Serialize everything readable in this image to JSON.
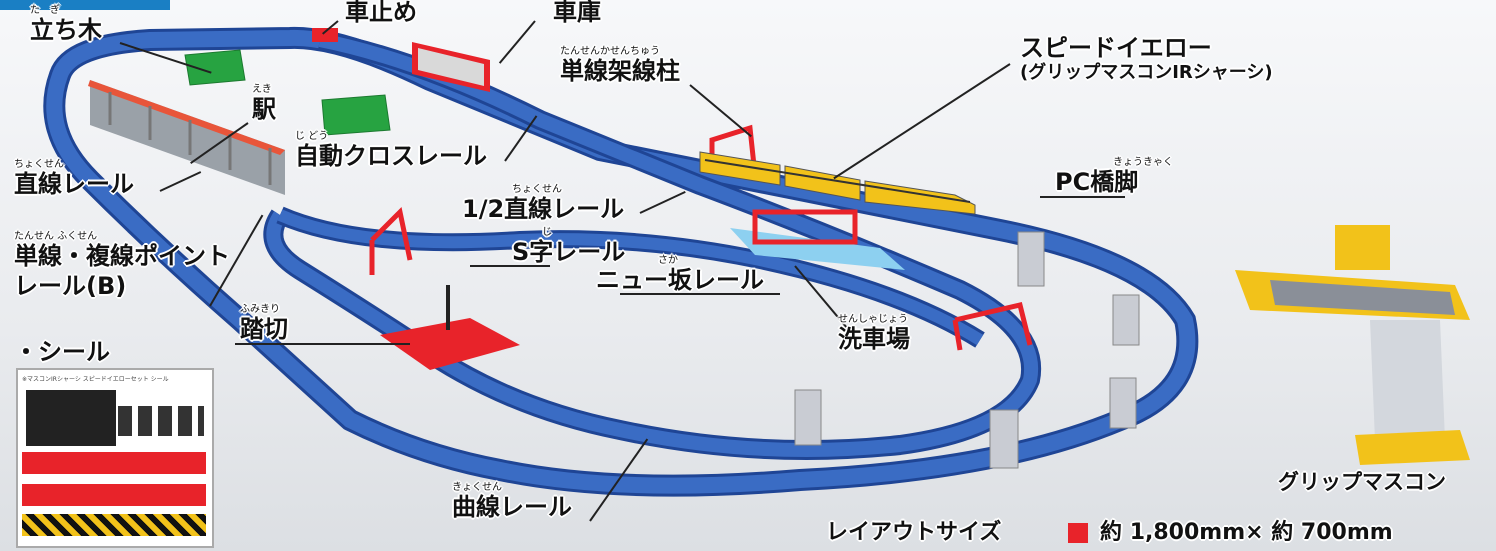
{
  "labels": {
    "tachigi": {
      "ruby": "た　ぎ",
      "text": "立ち木"
    },
    "kurumadome": {
      "text": "車止め"
    },
    "shako": {
      "text": "車庫"
    },
    "eki": {
      "ruby": "えき",
      "text": "駅"
    },
    "tansen_kasenchu": {
      "ruby": "たんせんかせんちゅう",
      "text": "単線架線柱"
    },
    "speed_yellow": {
      "text": "スピードイエロー",
      "sub": "(グリップマスコンIRシャーシ)"
    },
    "jido_cross": {
      "ruby": "じ どう",
      "text": "自動クロスレール"
    },
    "chokusen": {
      "ruby": "ちょくせん",
      "text": "直線レール"
    },
    "half_chokusen": {
      "ruby": "ちょくせん",
      "text": "1/2直線レール"
    },
    "pc_kyokyaku": {
      "ruby": "きょうきゃく",
      "text": "PC橋脚"
    },
    "s_ji": {
      "ruby": "じ",
      "text": "S字レール"
    },
    "tansen_fukusen": {
      "ruby": "たんせん ふくせん",
      "text": "単線・複線ポイント",
      "line2": "レール(B)"
    },
    "new_saka": {
      "ruby": "さか",
      "text": "ニュー坂レール"
    },
    "fumikiri": {
      "ruby": "ふみきり",
      "text": "踏切"
    },
    "senshajo": {
      "ruby": "せんしゃじょう",
      "text": "洗車場"
    },
    "seal": {
      "text": "・シール"
    },
    "kyokusen": {
      "ruby": "きょくせん",
      "text": "曲線レール"
    },
    "grip": {
      "text": "グリップマスコン"
    }
  },
  "seal_sheet": {
    "header": "※マスコンIRシャーシ スピードイエローセット シール"
  },
  "layout_size": {
    "label": "レイアウトサイズ",
    "yaku1": "約",
    "w": "1,800mm×",
    "yaku2": "約",
    "h": "700mm"
  },
  "colors": {
    "rail": "#2f5fb5",
    "rail_dark": "#1f4595",
    "train": "#f2c21a",
    "accent": "#e8232a",
    "tree": "#27a341"
  }
}
